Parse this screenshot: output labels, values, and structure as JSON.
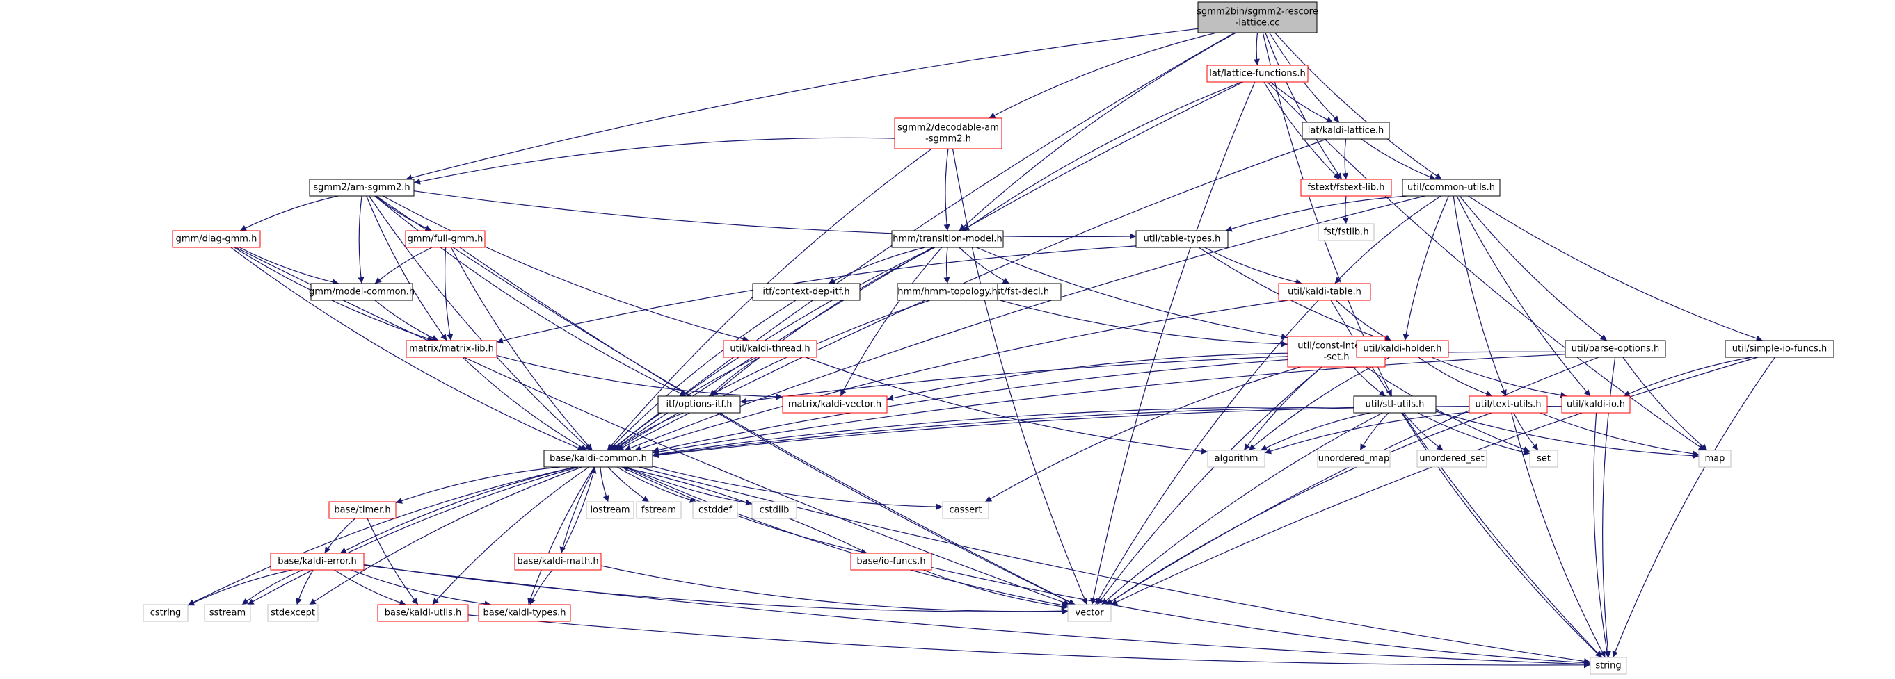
{
  "diagram": {
    "kind": "include-dependency-graph",
    "colors": {
      "edge": "#191970",
      "border_normal": "#000000",
      "border_truncated": "#ff0000",
      "border_system": "#bfbfbf",
      "root_fill": "#bfbfbf",
      "node_fill": "#ffffff"
    },
    "nodes": [
      {
        "id": "root",
        "lines": [
          "sgmm2bin/sgmm2-rescore",
          "-lattice.cc"
        ],
        "style": "root"
      },
      {
        "id": "lat_funcs",
        "lines": [
          "lat/lattice-functions.h"
        ],
        "style": "truncated"
      },
      {
        "id": "decodable",
        "lines": [
          "sgmm2/decodable-am",
          "-sgmm2.h"
        ],
        "style": "truncated"
      },
      {
        "id": "kaldi_lattice",
        "lines": [
          "lat/kaldi-lattice.h"
        ],
        "style": "normal"
      },
      {
        "id": "am_sgmm2",
        "lines": [
          "sgmm2/am-sgmm2.h"
        ],
        "style": "normal"
      },
      {
        "id": "fstext",
        "lines": [
          "fstext/fstext-lib.h"
        ],
        "style": "truncated"
      },
      {
        "id": "common_utils",
        "lines": [
          "util/common-utils.h"
        ],
        "style": "normal"
      },
      {
        "id": "fstlib",
        "lines": [
          "fst/fstlib.h"
        ],
        "style": "system"
      },
      {
        "id": "diag_gmm",
        "lines": [
          "gmm/diag-gmm.h"
        ],
        "style": "truncated"
      },
      {
        "id": "full_gmm",
        "lines": [
          "gmm/full-gmm.h"
        ],
        "style": "truncated"
      },
      {
        "id": "transition",
        "lines": [
          "hmm/transition-model.h"
        ],
        "style": "normal"
      },
      {
        "id": "table_types",
        "lines": [
          "util/table-types.h"
        ],
        "style": "normal"
      },
      {
        "id": "model_common",
        "lines": [
          "gmm/model-common.h"
        ],
        "style": "normal"
      },
      {
        "id": "context_dep",
        "lines": [
          "itf/context-dep-itf.h"
        ],
        "style": "normal"
      },
      {
        "id": "fst_decl",
        "lines": [
          "fst/fst-decl.h"
        ],
        "style": "normal"
      },
      {
        "id": "hmm_topology",
        "lines": [
          "hmm/hmm-topology.h"
        ],
        "style": "normal"
      },
      {
        "id": "kaldi_table",
        "lines": [
          "util/kaldi-table.h"
        ],
        "style": "truncated"
      },
      {
        "id": "matrix_lib",
        "lines": [
          "matrix/matrix-lib.h"
        ],
        "style": "truncated"
      },
      {
        "id": "kaldi_thread",
        "lines": [
          "util/kaldi-thread.h"
        ],
        "style": "truncated"
      },
      {
        "id": "const_int_set",
        "lines": [
          "util/const-integer",
          "-set.h"
        ],
        "style": "truncated"
      },
      {
        "id": "kaldi_holder",
        "lines": [
          "util/kaldi-holder.h"
        ],
        "style": "truncated"
      },
      {
        "id": "parse_options",
        "lines": [
          "util/parse-options.h"
        ],
        "style": "normal"
      },
      {
        "id": "simple_io",
        "lines": [
          "util/simple-io-funcs.h"
        ],
        "style": "normal"
      },
      {
        "id": "options_itf",
        "lines": [
          "itf/options-itf.h"
        ],
        "style": "normal"
      },
      {
        "id": "kaldi_vector",
        "lines": [
          "matrix/kaldi-vector.h"
        ],
        "style": "truncated"
      },
      {
        "id": "stl_utils",
        "lines": [
          "util/stl-utils.h"
        ],
        "style": "normal"
      },
      {
        "id": "text_utils",
        "lines": [
          "util/text-utils.h"
        ],
        "style": "truncated"
      },
      {
        "id": "kaldi_io",
        "lines": [
          "util/kaldi-io.h"
        ],
        "style": "truncated"
      },
      {
        "id": "kaldi_common",
        "lines": [
          "base/kaldi-common.h"
        ],
        "style": "normal"
      },
      {
        "id": "algorithm",
        "lines": [
          "algorithm"
        ],
        "style": "system"
      },
      {
        "id": "unordered_map",
        "lines": [
          "unordered_map"
        ],
        "style": "system"
      },
      {
        "id": "unordered_set",
        "lines": [
          "unordered_set"
        ],
        "style": "system"
      },
      {
        "id": "set",
        "lines": [
          "set"
        ],
        "style": "system"
      },
      {
        "id": "map",
        "lines": [
          "map"
        ],
        "style": "system"
      },
      {
        "id": "iostream",
        "lines": [
          "iostream"
        ],
        "style": "system"
      },
      {
        "id": "fstream",
        "lines": [
          "fstream"
        ],
        "style": "system"
      },
      {
        "id": "cstddef",
        "lines": [
          "cstddef"
        ],
        "style": "system"
      },
      {
        "id": "cstdlib",
        "lines": [
          "cstdlib"
        ],
        "style": "system"
      },
      {
        "id": "cassert",
        "lines": [
          "cassert"
        ],
        "style": "system"
      },
      {
        "id": "timer",
        "lines": [
          "base/timer.h"
        ],
        "style": "truncated"
      },
      {
        "id": "kaldi_error",
        "lines": [
          "base/kaldi-error.h"
        ],
        "style": "truncated"
      },
      {
        "id": "kaldi_math",
        "lines": [
          "base/kaldi-math.h"
        ],
        "style": "truncated"
      },
      {
        "id": "io_funcs",
        "lines": [
          "base/io-funcs.h"
        ],
        "style": "truncated"
      },
      {
        "id": "cstring",
        "lines": [
          "cstring"
        ],
        "style": "system"
      },
      {
        "id": "sstream",
        "lines": [
          "sstream"
        ],
        "style": "system"
      },
      {
        "id": "stdexcept",
        "lines": [
          "stdexcept"
        ],
        "style": "system"
      },
      {
        "id": "kaldi_utils",
        "lines": [
          "base/kaldi-utils.h"
        ],
        "style": "truncated"
      },
      {
        "id": "kaldi_types",
        "lines": [
          "base/kaldi-types.h"
        ],
        "style": "truncated"
      },
      {
        "id": "vector",
        "lines": [
          "vector"
        ],
        "style": "system"
      },
      {
        "id": "string",
        "lines": [
          "string"
        ],
        "style": "system"
      }
    ],
    "edges": [
      [
        "root",
        "lat_funcs"
      ],
      [
        "root",
        "decodable"
      ],
      [
        "root",
        "kaldi_lattice"
      ],
      [
        "root",
        "am_sgmm2"
      ],
      [
        "root",
        "fstext"
      ],
      [
        "root",
        "common_utils"
      ],
      [
        "root",
        "transition"
      ],
      [
        "root",
        "stl_utils"
      ],
      [
        "root",
        "kaldi_common"
      ],
      [
        "lat_funcs",
        "kaldi_lattice"
      ],
      [
        "lat_funcs",
        "fstext"
      ],
      [
        "lat_funcs",
        "transition"
      ],
      [
        "lat_funcs",
        "kaldi_common"
      ],
      [
        "lat_funcs",
        "vector"
      ],
      [
        "lat_funcs",
        "map"
      ],
      [
        "decodable",
        "am_sgmm2"
      ],
      [
        "decodable",
        "transition"
      ],
      [
        "decodable",
        "kaldi_common"
      ],
      [
        "decodable",
        "vector"
      ],
      [
        "kaldi_lattice",
        "fstext"
      ],
      [
        "kaldi_lattice",
        "common_utils"
      ],
      [
        "kaldi_lattice",
        "kaldi_common"
      ],
      [
        "fstext",
        "fstlib"
      ],
      [
        "am_sgmm2",
        "diag_gmm"
      ],
      [
        "am_sgmm2",
        "full_gmm"
      ],
      [
        "am_sgmm2",
        "model_common"
      ],
      [
        "am_sgmm2",
        "matrix_lib"
      ],
      [
        "am_sgmm2",
        "table_types"
      ],
      [
        "am_sgmm2",
        "kaldi_thread"
      ],
      [
        "am_sgmm2",
        "options_itf"
      ],
      [
        "am_sgmm2",
        "kaldi_common"
      ],
      [
        "am_sgmm2",
        "vector"
      ],
      [
        "common_utils",
        "table_types"
      ],
      [
        "common_utils",
        "kaldi_table"
      ],
      [
        "common_utils",
        "kaldi_holder"
      ],
      [
        "common_utils",
        "parse_options"
      ],
      [
        "common_utils",
        "simple_io"
      ],
      [
        "common_utils",
        "text_utils"
      ],
      [
        "common_utils",
        "kaldi_io"
      ],
      [
        "common_utils",
        "kaldi_common"
      ],
      [
        "diag_gmm",
        "model_common"
      ],
      [
        "diag_gmm",
        "matrix_lib"
      ],
      [
        "diag_gmm",
        "kaldi_common"
      ],
      [
        "diag_gmm",
        "vector"
      ],
      [
        "full_gmm",
        "model_common"
      ],
      [
        "full_gmm",
        "matrix_lib"
      ],
      [
        "full_gmm",
        "kaldi_common"
      ],
      [
        "full_gmm",
        "vector"
      ],
      [
        "transition",
        "context_dep"
      ],
      [
        "transition",
        "fst_decl"
      ],
      [
        "transition",
        "hmm_topology"
      ],
      [
        "transition",
        "options_itf"
      ],
      [
        "transition",
        "const_int_set"
      ],
      [
        "transition",
        "kaldi_vector"
      ],
      [
        "transition",
        "kaldi_common"
      ],
      [
        "table_types",
        "kaldi_table"
      ],
      [
        "table_types",
        "kaldi_holder"
      ],
      [
        "table_types",
        "matrix_lib"
      ],
      [
        "model_common",
        "matrix_lib"
      ],
      [
        "context_dep",
        "kaldi_common"
      ],
      [
        "hmm_topology",
        "const_int_set"
      ],
      [
        "hmm_topology",
        "kaldi_common"
      ],
      [
        "kaldi_table",
        "kaldi_holder"
      ],
      [
        "kaldi_table",
        "kaldi_common"
      ],
      [
        "kaldi_table",
        "vector"
      ],
      [
        "kaldi_table",
        "string"
      ],
      [
        "matrix_lib",
        "kaldi_vector"
      ],
      [
        "matrix_lib",
        "kaldi_common"
      ],
      [
        "kaldi_thread",
        "options_itf"
      ],
      [
        "kaldi_thread",
        "kaldi_common"
      ],
      [
        "kaldi_thread",
        "algorithm"
      ],
      [
        "const_int_set",
        "stl_utils"
      ],
      [
        "const_int_set",
        "algorithm"
      ],
      [
        "const_int_set",
        "vector"
      ],
      [
        "const_int_set",
        "set"
      ],
      [
        "const_int_set",
        "cassert"
      ],
      [
        "kaldi_holder",
        "kaldi_io"
      ],
      [
        "kaldi_holder",
        "text_utils"
      ],
      [
        "kaldi_holder",
        "kaldi_vector"
      ],
      [
        "kaldi_holder",
        "kaldi_common"
      ],
      [
        "kaldi_holder",
        "algorithm"
      ],
      [
        "parse_options",
        "options_itf"
      ],
      [
        "parse_options",
        "kaldi_common"
      ],
      [
        "parse_options",
        "map"
      ],
      [
        "parse_options",
        "vector"
      ],
      [
        "parse_options",
        "string"
      ],
      [
        "simple_io",
        "kaldi_io"
      ],
      [
        "simple_io",
        "vector"
      ],
      [
        "simple_io",
        "string"
      ],
      [
        "options_itf",
        "kaldi_common"
      ],
      [
        "stl_utils",
        "kaldi_common"
      ],
      [
        "stl_utils",
        "algorithm"
      ],
      [
        "stl_utils",
        "unordered_map"
      ],
      [
        "stl_utils",
        "unordered_set"
      ],
      [
        "stl_utils",
        "set"
      ],
      [
        "stl_utils",
        "map"
      ],
      [
        "stl_utils",
        "vector"
      ],
      [
        "stl_utils",
        "string"
      ],
      [
        "text_utils",
        "kaldi_common"
      ],
      [
        "text_utils",
        "algorithm"
      ],
      [
        "text_utils",
        "set"
      ],
      [
        "text_utils",
        "map"
      ],
      [
        "text_utils",
        "vector"
      ],
      [
        "text_utils",
        "string"
      ],
      [
        "kaldi_io",
        "kaldi_common"
      ],
      [
        "kaldi_io",
        "string"
      ],
      [
        "kaldi_common",
        "iostream"
      ],
      [
        "kaldi_common",
        "fstream"
      ],
      [
        "kaldi_common",
        "cstddef"
      ],
      [
        "kaldi_common",
        "cstdlib"
      ],
      [
        "kaldi_common",
        "cassert"
      ],
      [
        "kaldi_common",
        "timer"
      ],
      [
        "kaldi_common",
        "kaldi_error"
      ],
      [
        "kaldi_common",
        "kaldi_math"
      ],
      [
        "kaldi_common",
        "io_funcs"
      ],
      [
        "kaldi_common",
        "cstring"
      ],
      [
        "kaldi_common",
        "sstream"
      ],
      [
        "kaldi_common",
        "stdexcept"
      ],
      [
        "kaldi_common",
        "kaldi_utils"
      ],
      [
        "kaldi_common",
        "kaldi_types"
      ],
      [
        "kaldi_common",
        "vector"
      ],
      [
        "kaldi_common",
        "string"
      ],
      [
        "timer",
        "kaldi_error"
      ],
      [
        "timer",
        "kaldi_utils"
      ],
      [
        "kaldi_error",
        "cstring"
      ],
      [
        "kaldi_error",
        "sstream"
      ],
      [
        "kaldi_error",
        "stdexcept"
      ],
      [
        "kaldi_error",
        "kaldi_utils"
      ],
      [
        "kaldi_error",
        "kaldi_types"
      ],
      [
        "kaldi_error",
        "vector"
      ],
      [
        "kaldi_error",
        "string"
      ],
      [
        "kaldi_math",
        "kaldi_common"
      ],
      [
        "kaldi_math",
        "kaldi_types"
      ],
      [
        "kaldi_math",
        "vector"
      ],
      [
        "io_funcs",
        "kaldi_common"
      ],
      [
        "io_funcs",
        "vector"
      ],
      [
        "io_funcs",
        "string"
      ],
      [
        "kaldi_utils",
        "string"
      ]
    ]
  }
}
